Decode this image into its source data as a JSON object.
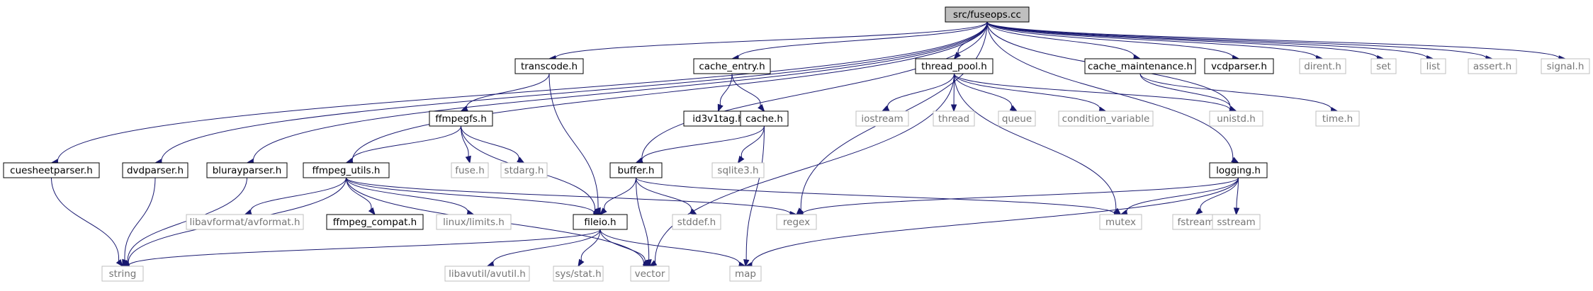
{
  "colors": {
    "edge": "#191970",
    "root_fill": "#bfbfbf",
    "local_border": "#000000",
    "system_border": "#bfbfbf",
    "system_text": "#757575"
  },
  "nodes": [
    {
      "id": "fuseops",
      "label": "src/fuseops.cc",
      "kind": "root"
    },
    {
      "id": "transcode",
      "label": "transcode.h",
      "kind": "local"
    },
    {
      "id": "cache_entry",
      "label": "cache_entry.h",
      "kind": "local"
    },
    {
      "id": "thread_pool",
      "label": "thread_pool.h",
      "kind": "local"
    },
    {
      "id": "cache_maintenance",
      "label": "cache_maintenance.h",
      "kind": "local"
    },
    {
      "id": "vcdparser",
      "label": "vcdparser.h",
      "kind": "local"
    },
    {
      "id": "dirent",
      "label": "dirent.h",
      "kind": "system"
    },
    {
      "id": "set",
      "label": "set",
      "kind": "system"
    },
    {
      "id": "list",
      "label": "list",
      "kind": "system"
    },
    {
      "id": "assert",
      "label": "assert.h",
      "kind": "system"
    },
    {
      "id": "signal",
      "label": "signal.h",
      "kind": "system"
    },
    {
      "id": "ffmpegfs",
      "label": "ffmpegfs.h",
      "kind": "local"
    },
    {
      "id": "id3v1tag",
      "label": "id3v1tag.h",
      "kind": "local"
    },
    {
      "id": "cache",
      "label": "cache.h",
      "kind": "local"
    },
    {
      "id": "iostream",
      "label": "iostream",
      "kind": "system"
    },
    {
      "id": "thread",
      "label": "thread",
      "kind": "system"
    },
    {
      "id": "queue",
      "label": "queue",
      "kind": "system"
    },
    {
      "id": "condition_variable",
      "label": "condition_variable",
      "kind": "system"
    },
    {
      "id": "unistd",
      "label": "unistd.h",
      "kind": "system"
    },
    {
      "id": "time",
      "label": "time.h",
      "kind": "system"
    },
    {
      "id": "cuesheetparser",
      "label": "cuesheetparser.h",
      "kind": "local"
    },
    {
      "id": "dvdparser",
      "label": "dvdparser.h",
      "kind": "local"
    },
    {
      "id": "bluray",
      "label": "blurayparser.h",
      "kind": "local"
    },
    {
      "id": "ffmpeg_utils",
      "label": "ffmpeg_utils.h",
      "kind": "local"
    },
    {
      "id": "fuse",
      "label": "fuse.h",
      "kind": "system"
    },
    {
      "id": "stdarg",
      "label": "stdarg.h",
      "kind": "system"
    },
    {
      "id": "buffer",
      "label": "buffer.h",
      "kind": "local"
    },
    {
      "id": "sqlite3",
      "label": "sqlite3.h",
      "kind": "system"
    },
    {
      "id": "logging",
      "label": "logging.h",
      "kind": "local"
    },
    {
      "id": "avformat",
      "label": "libavformat/avformat.h",
      "kind": "system"
    },
    {
      "id": "ffmpeg_compat",
      "label": "ffmpeg_compat.h",
      "kind": "local"
    },
    {
      "id": "limits",
      "label": "linux/limits.h",
      "kind": "system"
    },
    {
      "id": "fileio",
      "label": "fileio.h",
      "kind": "local"
    },
    {
      "id": "regex",
      "label": "regex",
      "kind": "system"
    },
    {
      "id": "stddef",
      "label": "stddef.h",
      "kind": "system"
    },
    {
      "id": "mutex",
      "label": "mutex",
      "kind": "system"
    },
    {
      "id": "fstream",
      "label": "fstream",
      "kind": "system"
    },
    {
      "id": "sstream",
      "label": "sstream",
      "kind": "system"
    },
    {
      "id": "string",
      "label": "string",
      "kind": "system"
    },
    {
      "id": "avutil",
      "label": "libavutil/avutil.h",
      "kind": "system"
    },
    {
      "id": "sysstat",
      "label": "sys/stat.h",
      "kind": "system"
    },
    {
      "id": "vector",
      "label": "vector",
      "kind": "system"
    },
    {
      "id": "map",
      "label": "map",
      "kind": "system"
    }
  ],
  "edges": [
    [
      "fuseops",
      "transcode"
    ],
    [
      "fuseops",
      "cache_entry"
    ],
    [
      "fuseops",
      "thread_pool"
    ],
    [
      "fuseops",
      "cache_maintenance"
    ],
    [
      "fuseops",
      "vcdparser"
    ],
    [
      "fuseops",
      "dirent"
    ],
    [
      "fuseops",
      "set"
    ],
    [
      "fuseops",
      "list"
    ],
    [
      "fuseops",
      "assert"
    ],
    [
      "fuseops",
      "signal"
    ],
    [
      "fuseops",
      "cuesheetparser"
    ],
    [
      "fuseops",
      "dvdparser"
    ],
    [
      "fuseops",
      "bluray"
    ],
    [
      "fuseops",
      "ffmpeg_utils"
    ],
    [
      "fuseops",
      "buffer"
    ],
    [
      "fuseops",
      "regex"
    ],
    [
      "fuseops",
      "unistd"
    ],
    [
      "fuseops",
      "logging"
    ],
    [
      "transcode",
      "ffmpegfs"
    ],
    [
      "transcode",
      "fileio"
    ],
    [
      "cache_entry",
      "id3v1tag"
    ],
    [
      "cache_entry",
      "cache"
    ],
    [
      "cache",
      "buffer"
    ],
    [
      "cache",
      "sqlite3"
    ],
    [
      "cache",
      "map"
    ],
    [
      "thread_pool",
      "iostream"
    ],
    [
      "thread_pool",
      "thread"
    ],
    [
      "thread_pool",
      "queue"
    ],
    [
      "thread_pool",
      "condition_variable"
    ],
    [
      "thread_pool",
      "unistd"
    ],
    [
      "thread_pool",
      "mutex"
    ],
    [
      "thread_pool",
      "vector"
    ],
    [
      "cache_maintenance",
      "unistd"
    ],
    [
      "cache_maintenance",
      "time"
    ],
    [
      "ffmpegfs",
      "ffmpeg_utils"
    ],
    [
      "ffmpegfs",
      "fuse"
    ],
    [
      "ffmpegfs",
      "stdarg"
    ],
    [
      "ffmpegfs",
      "fileio"
    ],
    [
      "cuesheetparser",
      "string"
    ],
    [
      "dvdparser",
      "string"
    ],
    [
      "bluray",
      "string"
    ],
    [
      "ffmpeg_utils",
      "avformat"
    ],
    [
      "ffmpeg_utils",
      "ffmpeg_compat"
    ],
    [
      "ffmpeg_utils",
      "limits"
    ],
    [
      "ffmpeg_utils",
      "fileio"
    ],
    [
      "ffmpeg_utils",
      "regex"
    ],
    [
      "ffmpeg_utils",
      "string"
    ],
    [
      "ffmpeg_utils",
      "vector"
    ],
    [
      "buffer",
      "fileio"
    ],
    [
      "buffer",
      "stddef"
    ],
    [
      "buffer",
      "vector"
    ],
    [
      "buffer",
      "mutex"
    ],
    [
      "logging",
      "regex"
    ],
    [
      "logging",
      "mutex"
    ],
    [
      "logging",
      "fstream"
    ],
    [
      "logging",
      "sstream"
    ],
    [
      "logging",
      "map"
    ],
    [
      "fileio",
      "string"
    ],
    [
      "fileio",
      "avutil"
    ],
    [
      "fileio",
      "sysstat"
    ],
    [
      "fileio",
      "vector"
    ],
    [
      "fileio",
      "map"
    ]
  ]
}
